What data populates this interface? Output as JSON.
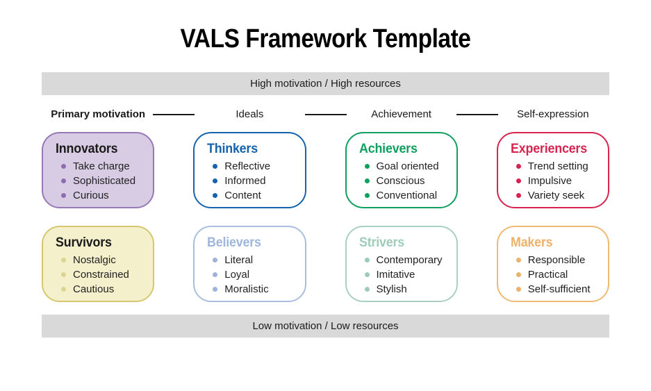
{
  "title": "VALS Framework Template",
  "top_bar": {
    "label": "High motivation / High resources",
    "bg_color": "#d9d9d9"
  },
  "bottom_bar": {
    "label": "Low motivation / Low resources",
    "bg_color": "#d9d9d9"
  },
  "motivation_row": {
    "label": "Primary motivation",
    "categories": [
      "Ideals",
      "Achievement",
      "Self-expression"
    ]
  },
  "segments": [
    {
      "name": "Innovators",
      "traits": [
        "Take charge",
        "Sophisticated",
        "Curious"
      ],
      "title_color": "#1a1a1a",
      "border_color": "#9678b4",
      "fill_color": "#d8cce5",
      "bullet_color": "#8f6db4"
    },
    {
      "name": "Thinkers",
      "traits": [
        "Reflective",
        "Informed",
        "Content"
      ],
      "title_color": "#1563ac",
      "border_color": "#1563ac",
      "fill_color": "#ffffff",
      "bullet_color": "#1563ac"
    },
    {
      "name": "Achievers",
      "traits": [
        "Goal oriented",
        "Conscious",
        "Conventional"
      ],
      "title_color": "#0f9f5f",
      "border_color": "#0f9f5f",
      "fill_color": "#ffffff",
      "bullet_color": "#0f9f5f"
    },
    {
      "name": "Experiencers",
      "traits": [
        "Trend setting",
        "Impulsive",
        "Variety seek"
      ],
      "title_color": "#d6244e",
      "border_color": "#d6244e",
      "fill_color": "#ffffff",
      "bullet_color": "#d6244e"
    },
    {
      "name": "Survivors",
      "traits": [
        "Nostalgic",
        "Constrained",
        "Cautious"
      ],
      "title_color": "#1a1a1a",
      "border_color": "#d5c76f",
      "fill_color": "#f5f0cc",
      "bullet_color": "#ddd48f"
    },
    {
      "name": "Believers",
      "traits": [
        "Literal",
        "Loyal",
        "Moralistic"
      ],
      "title_color": "#9fb6dc",
      "border_color": "#a9bedf",
      "fill_color": "#ffffff",
      "bullet_color": "#9fb2d9"
    },
    {
      "name": "Strivers",
      "traits": [
        "Contemporary",
        "Imitative",
        "Stylish"
      ],
      "title_color": "#9ecbba",
      "border_color": "#a8cfc2",
      "fill_color": "#ffffff",
      "bullet_color": "#9ccbb9"
    },
    {
      "name": "Makers",
      "traits": [
        "Responsible",
        "Practical",
        "Self-sufficient"
      ],
      "title_color": "#edb16a",
      "border_color": "#eeba74",
      "fill_color": "#ffffff",
      "bullet_color": "#edb16a"
    }
  ]
}
